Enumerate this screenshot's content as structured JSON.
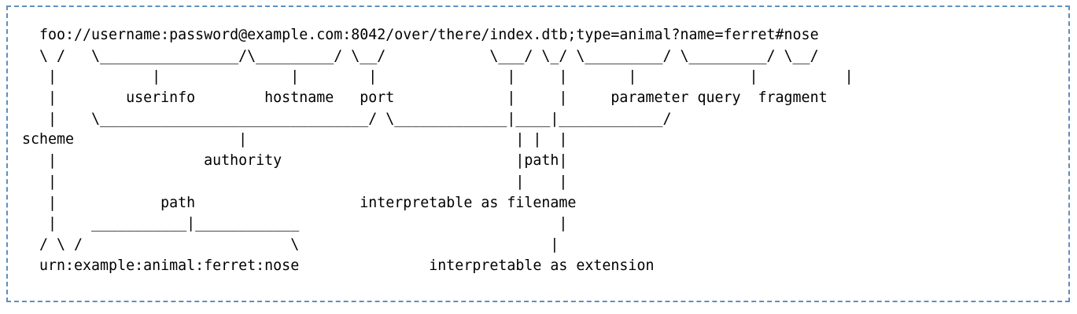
{
  "diagram": {
    "lines": [
      "  foo://username:password@example.com:8042/over/there/index.dtb;type=animal?name=ferret#nose",
      "  \\ /   \\________________/\\_________/ \\__/            \\___/ \\_/ \\_________/ \\_________/ \\__/",
      "   |           |               |        |               |     |       |             |          |",
      "   |        userinfo        hostname   port             |     |     parameter query  fragment",
      "   |    \\_______________________________/ \\_____________|____|____________/",
      "scheme                   |                               | |  |",
      "   |                 authority                           |path|",
      "   |                                                     |    |",
      "   |            path                   interpretable as filename",
      "   |    ___________|____________                              |",
      "  / \\ /                        \\                             |",
      "  urn:example:animal:ferret:nose               interpretable as extension"
    ]
  },
  "colors": {
    "border": "#5f8fbd",
    "text": "#000000",
    "background": "#ffffff"
  }
}
